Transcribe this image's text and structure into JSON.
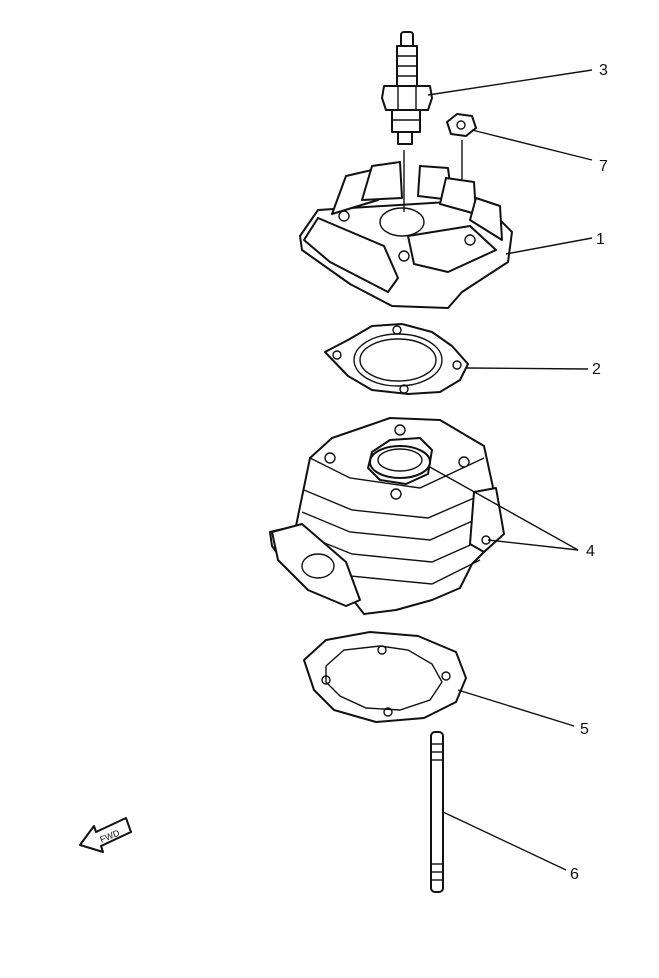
{
  "callouts": {
    "spark_plug": "3",
    "nut": "7",
    "cylinder_head": "1",
    "head_gasket": "2",
    "cylinder_and_dowels": "4",
    "base_gasket": "5",
    "stud_bolt": "6"
  },
  "fwd_arrow": {
    "text": "FWD"
  },
  "icons": [
    "fwd-arrow-icon"
  ]
}
